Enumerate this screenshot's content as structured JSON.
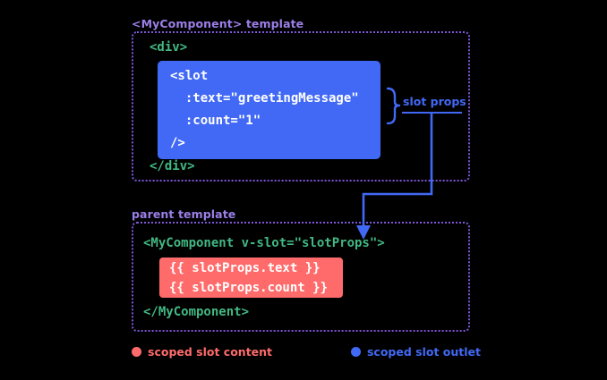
{
  "diagram": {
    "background_color": "#000000",
    "colors": {
      "outlet_blue": "#4169F5",
      "content_red": "#FF6B6B",
      "code_green": "#42B883",
      "border_purple": "#7E57D8",
      "label_purple": "#9B7FE8"
    },
    "component_section": {
      "label": "<MyComponent> template",
      "code_before": "<div>",
      "code_after": "</div>",
      "slot_outlet": {
        "lines": [
          "<slot",
          "  :text=\"greetingMessage\"",
          "  :count=\"1\"",
          "/>"
        ]
      },
      "annotation": {
        "brace": "}",
        "label": "slot props"
      }
    },
    "parent_section": {
      "label": "parent template",
      "code_before": "<MyComponent v-slot=\"slotProps\">",
      "code_after": "</MyComponent>",
      "slot_content": {
        "lines": [
          "{{ slotProps.text }}",
          "{{ slotProps.count }}"
        ]
      }
    },
    "legend": [
      {
        "label": "scoped slot content",
        "color": "#FF6B6B"
      },
      {
        "label": "scoped slot outlet",
        "color": "#4169F5"
      }
    ]
  }
}
